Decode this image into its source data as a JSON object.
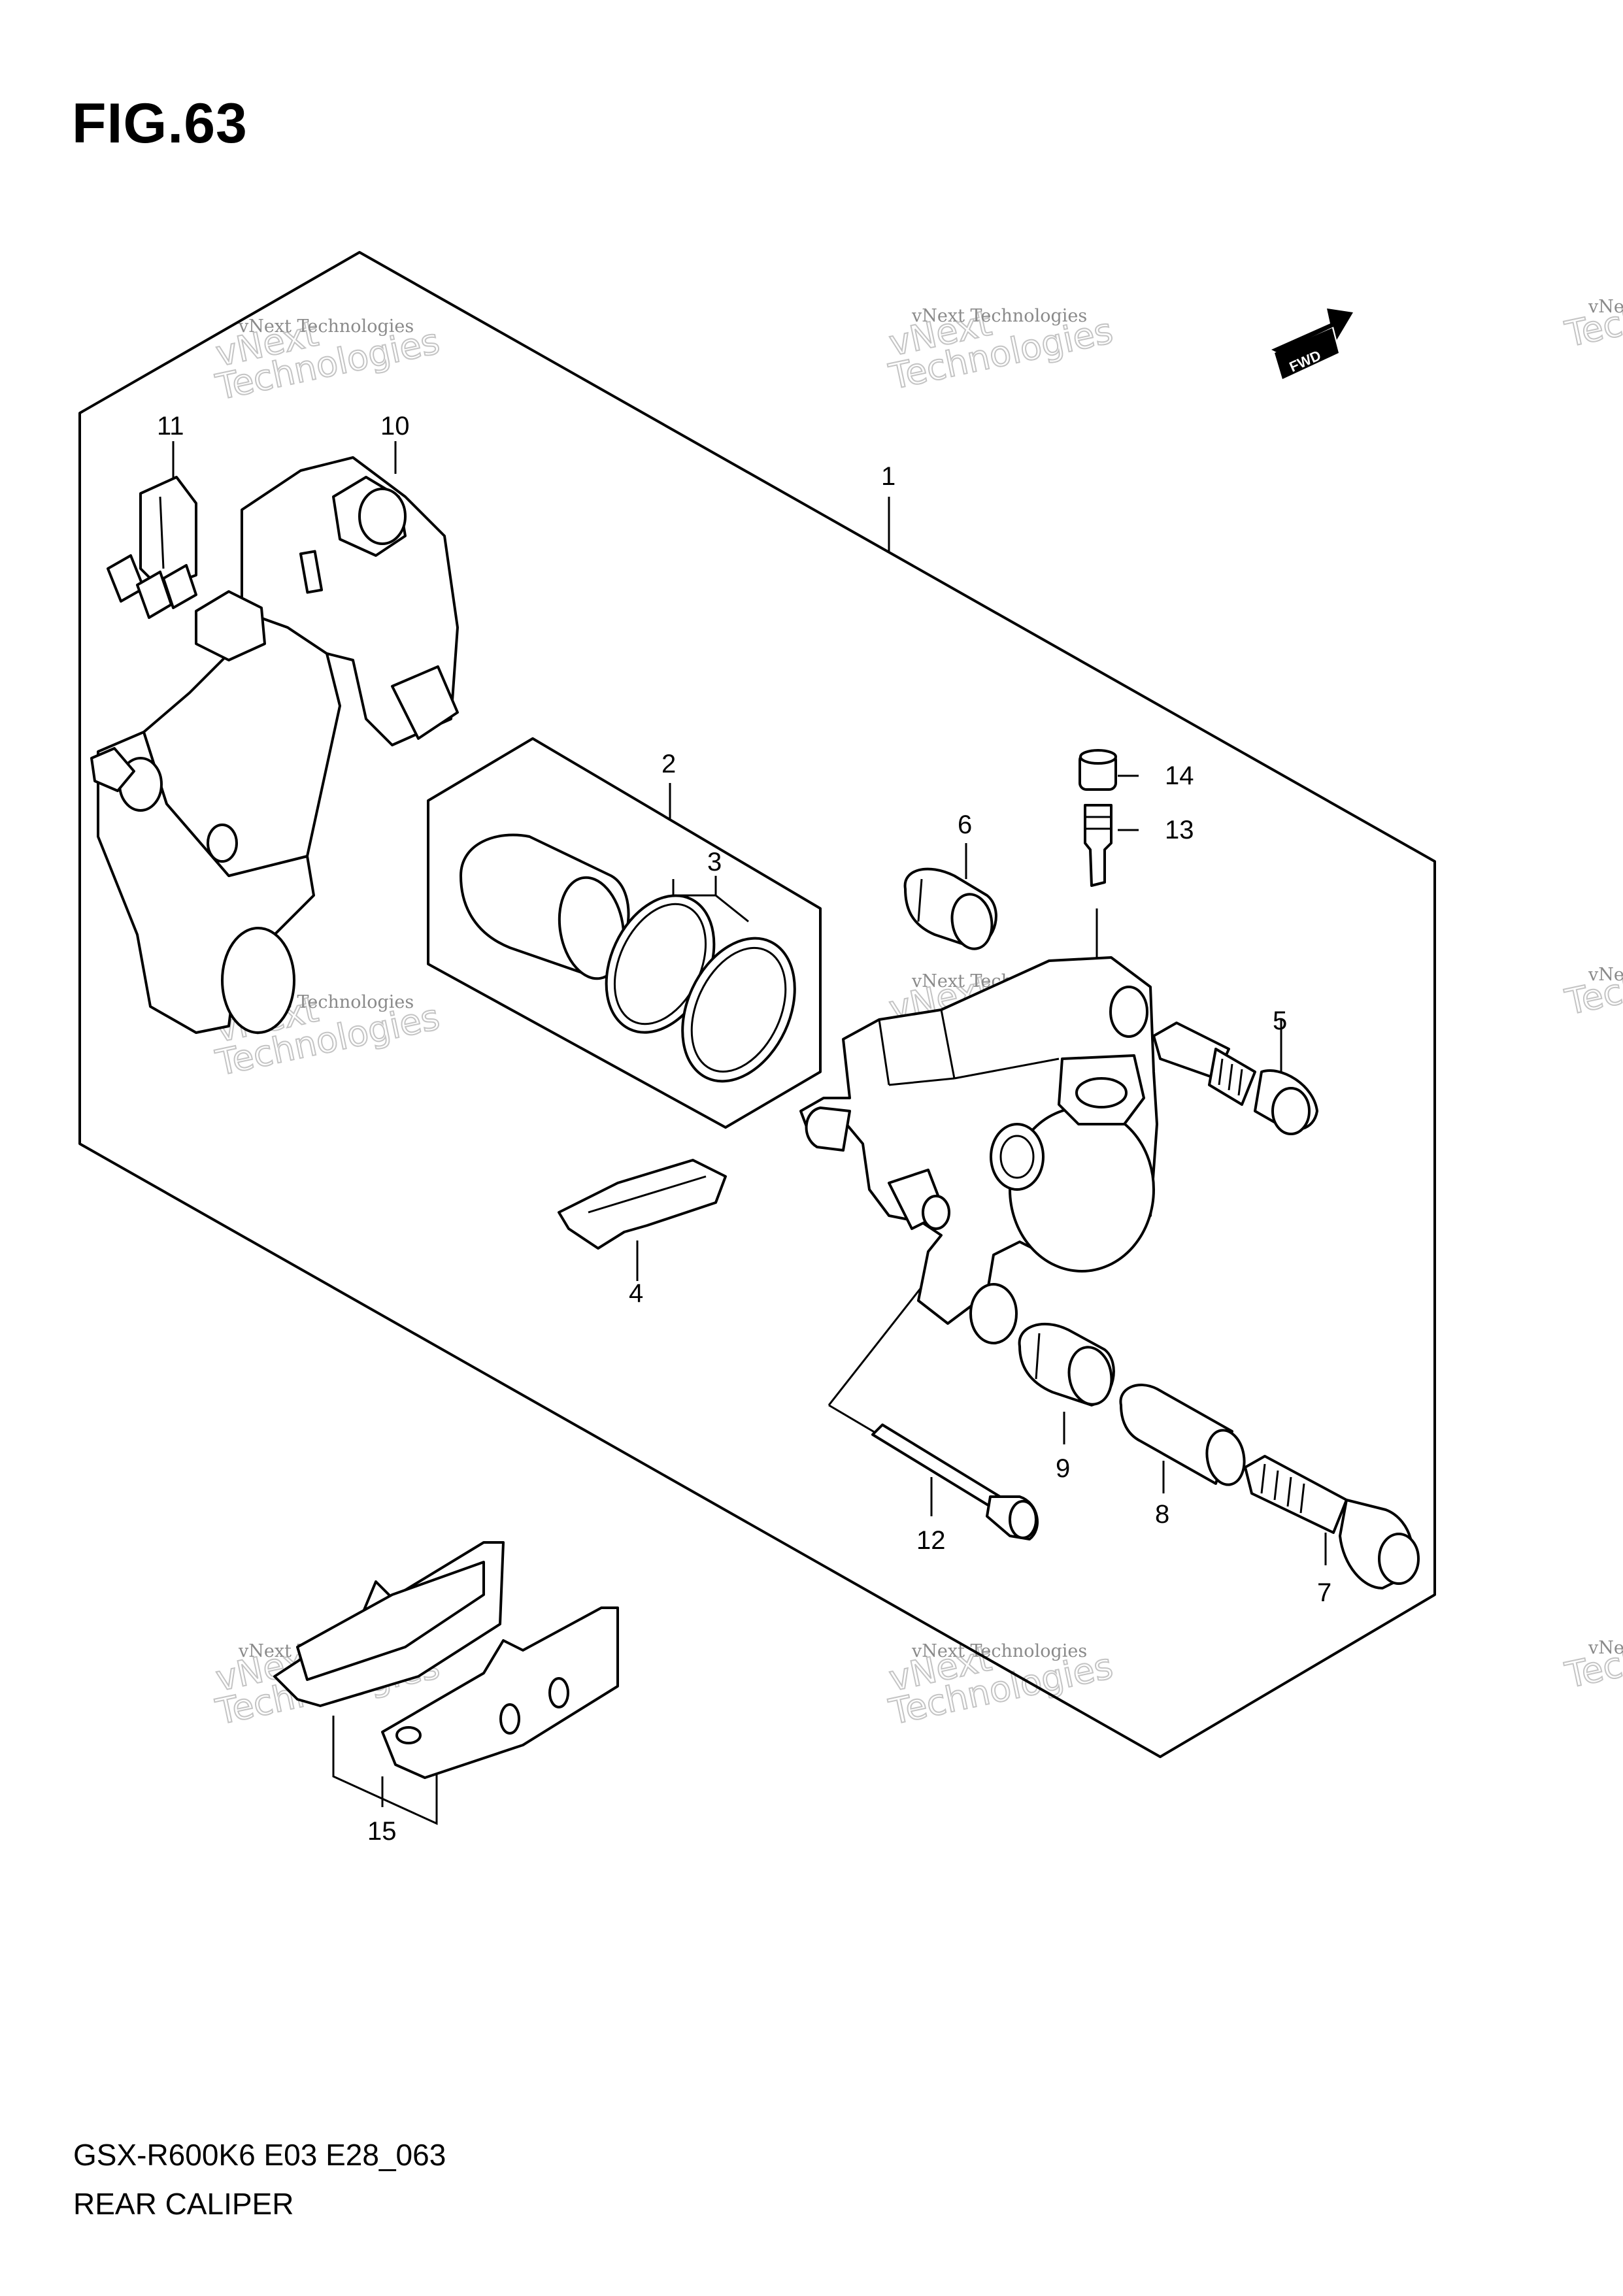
{
  "figure": {
    "title": "FIG.63",
    "model_code": "GSX-R600K6 E03 E28_063",
    "caption": "REAR CALIPER"
  },
  "fwd_label": "FWD",
  "callouts": [
    "1",
    "2",
    "3",
    "4",
    "5",
    "6",
    "7",
    "8",
    "9",
    "10",
    "11",
    "12",
    "13",
    "14",
    "15"
  ],
  "watermark": {
    "line1": "vNext Technologies",
    "line2": "vNext",
    "line3": "Technologies"
  },
  "colors": {
    "line": "#000000",
    "background": "#ffffff",
    "watermark": "#8a8a8a"
  }
}
